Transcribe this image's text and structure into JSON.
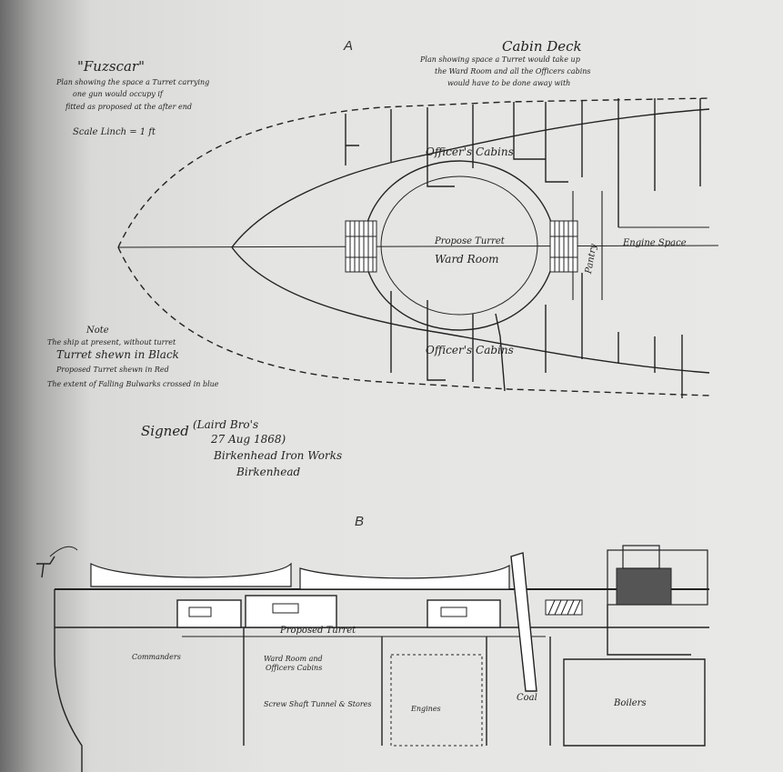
{
  "figure_a": {
    "letter": "A",
    "title": "\"Fuzscar\"",
    "plan_note_1": "Plan showing the space a Turret carrying",
    "plan_note_2": "one gun would occupy if",
    "plan_note_3": "fitted as proposed at the after end",
    "scale": "Scale Linch = 1 ft",
    "cabin_deck_title": "Cabin Deck",
    "cabin_note_1": "Plan showing space a Turret would take up",
    "cabin_note_2": "the Ward Room and all the Officers cabins",
    "cabin_note_3": "would have to be done away with",
    "officers_cabins_top": "Officer's Cabins",
    "officers_cabins_bottom": "Officer's Cabins",
    "proposed_turret": "Propose Turret",
    "ward_room": "Ward Room",
    "pantry": "Pantry",
    "engine_space": "Engine Space",
    "note_title": "Note",
    "note_1": "The ship at present, without turret",
    "note_2": "Turret shewn in Black",
    "note_3": "Proposed Turret shewn in Red",
    "note_4": "The extent of Falling Bulwarks crossed in blue",
    "signed": "Signed",
    "signed_name": "(Laird Bro's",
    "signed_date": "27 Aug 1868)",
    "works_1": "Birkenhead Iron Works",
    "works_2": "Birkenhead"
  },
  "figure_b": {
    "letter": "B",
    "proposed_turret": "Proposed Turret",
    "ward_room": "Ward Room and",
    "officers_cabins": "Officers Cabins",
    "screw_shaft": "Screw Shaft Tunnel & Stores",
    "coal": "Coal",
    "boilers": "Boilers",
    "engines": "Engines",
    "commanders": "Commanders"
  },
  "colors": {
    "ink": "#222222",
    "paper": "#e6e6e4",
    "shadow": "#6a6a6a"
  }
}
